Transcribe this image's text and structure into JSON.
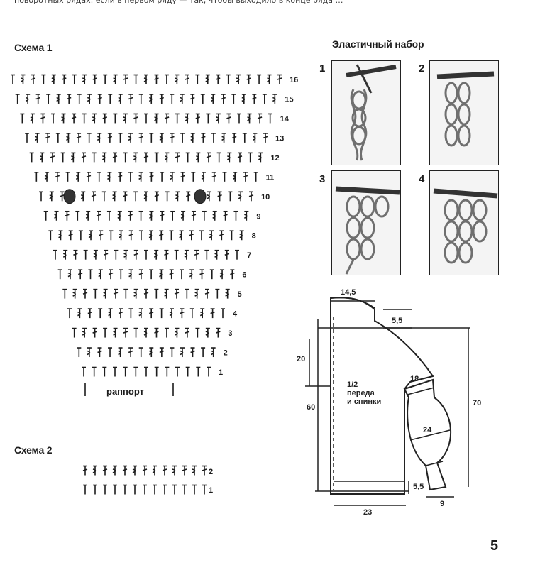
{
  "top_text": "поворотных рядах: если в первом ряду — так, чтобы выходило в конце ряда …",
  "scheme1": {
    "title": "Схема 1",
    "rapport_label": "раппорт",
    "row_numbers": [
      "1",
      "2",
      "3",
      "4",
      "5",
      "6",
      "7",
      "8",
      "9",
      "10",
      "11",
      "12",
      "13",
      "14",
      "15",
      "16"
    ]
  },
  "scheme2": {
    "title": "Схема 2",
    "row_numbers": [
      "1",
      "2"
    ]
  },
  "elastic": {
    "title": "Эластичный набор",
    "steps": [
      "1",
      "2",
      "3",
      "4"
    ]
  },
  "pattern": {
    "note_line1": "1/2",
    "note_line2": "переда",
    "note_line3": "и спинки",
    "dims": {
      "neck_width": "14,5",
      "neck_depth": "5,5",
      "armhole": "20",
      "body_length": "60",
      "total_length": "70",
      "sleeve_top": "18",
      "sleeve_wide": "24",
      "cuff_height": "5,5",
      "cuff_width": "9",
      "half_width": "23"
    }
  },
  "page_number": "5",
  "colors": {
    "ink": "#1c1c1c",
    "yarn": "#6f6f6f"
  }
}
